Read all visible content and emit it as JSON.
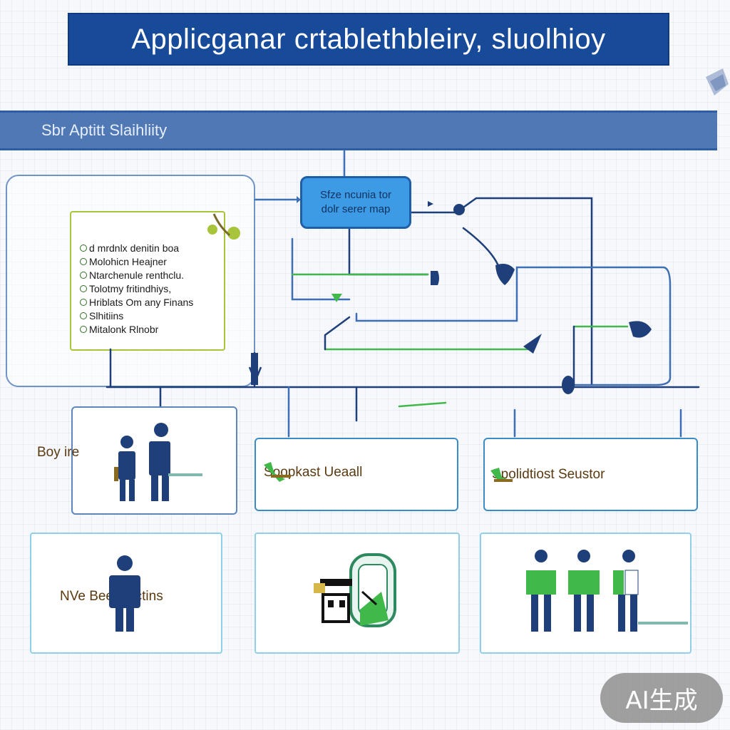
{
  "header": {
    "title": "Applicganar crtablethbleiry, sluolhioy",
    "subtitle": "Sbr Aptitt Slaihliity"
  },
  "callout": {
    "line1": "Sfze ncunia tor",
    "line2": "dolr serer map"
  },
  "checklist": {
    "items": [
      "d mrdnlx denitin boa",
      "Molohicn Heajner",
      "Ntarchenule renthclu.",
      "Tolotmy fritindhiys,",
      "Hriblats Om any Finans",
      "Slhitiins",
      "Mitalonk Rlnobr"
    ]
  },
  "cards": {
    "top_left": "Boy ire",
    "top_middle": "Soopkast Ueaall",
    "top_right": "Spolidtiost Seustor",
    "bottom_left": "NVe Beeconctins"
  },
  "watermark": "AI生成",
  "colors": {
    "title_banner": "#174a99",
    "subtitle_bar": "#4f78b5",
    "callout": "#3d9be5",
    "accent_green": "#41b84a",
    "accent_navy": "#1e3f7a"
  }
}
